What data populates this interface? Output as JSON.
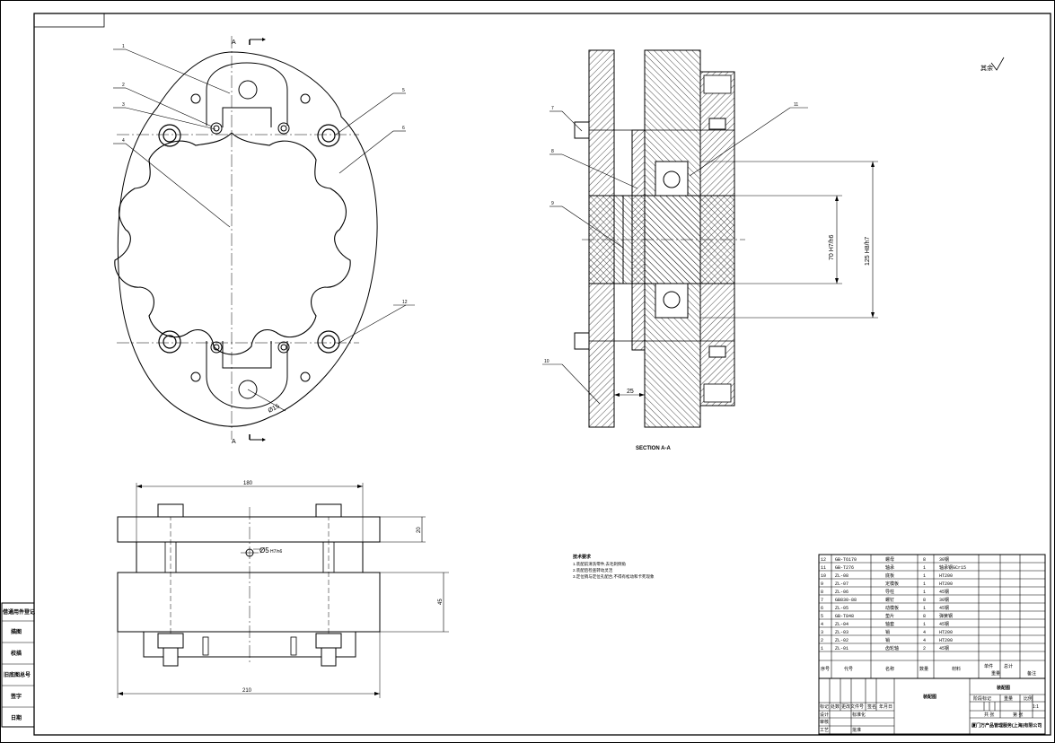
{
  "labels": {
    "section_top": "A",
    "section_bottom": "A",
    "section_caption": "SECTION A-A",
    "surface_finish": "其余",
    "dim_180": "180",
    "dim_210": "210",
    "dim_20": "20",
    "dim_45": "45",
    "dim_25": "25",
    "dim_phi15": "Ø15",
    "dim_phi5": "Ø5",
    "dim_phi5_tol": "H7/n6",
    "dim_70": "70 H7/h6",
    "dim_125": "125 H8/h7"
  },
  "balloons": [
    "1",
    "2",
    "3",
    "4",
    "5",
    "6",
    "7",
    "8",
    "9",
    "10",
    "11",
    "12"
  ],
  "tech_requirements": {
    "title": "技术要求",
    "lines": [
      "1.装配前清洗零件,去毛刺倒角",
      "2.装配后检查转动灵活",
      "3.定位销与定位孔配合,不得有松动和卡死现象"
    ]
  },
  "bom": {
    "rows": [
      [
        "12",
        "GB-T6170",
        "螺母",
        "8",
        "30钢"
      ],
      [
        "11",
        "GB-T276",
        "轴承",
        "1",
        "轴承钢GCr15"
      ],
      [
        "10",
        "ZL-08",
        "底板",
        "1",
        "HT200"
      ],
      [
        "9",
        "ZL-07",
        "定模板",
        "1",
        "HT200"
      ],
      [
        "8",
        "ZL-06",
        "导柱",
        "1",
        "45钢"
      ],
      [
        "7",
        "GB830-88",
        "螺钉",
        "8",
        "30钢"
      ],
      [
        "6",
        "ZL-05",
        "动模板",
        "1",
        "45钢"
      ],
      [
        "5",
        "GB-T848",
        "垫片",
        "8",
        "弹簧钢"
      ],
      [
        "4",
        "ZL-04",
        "轴套",
        "1",
        "45钢"
      ],
      [
        "3",
        "ZL-03",
        "销",
        "4",
        "HT200"
      ],
      [
        "2",
        "ZL-02",
        "销",
        "4",
        "HT200"
      ],
      [
        "1",
        "ZL-01",
        "齿轮轴",
        "2",
        "45钢"
      ]
    ],
    "header": [
      "序号",
      "代号",
      "名称",
      "数量",
      "材料",
      "单件",
      "总计",
      "重量",
      "备注"
    ]
  },
  "title_block": {
    "drawing_name": "装配图",
    "company": "厦门万产品管理服务(上海)有限公司",
    "scale": "1:1",
    "phase": "阶段标记",
    "weight": "重量",
    "ratio": "比例",
    "sheet": "共 张",
    "sheet2": "第 张",
    "r1": "标记",
    "r2": "处数",
    "r3": "更改文件号",
    "r4": "签名",
    "r5": "年月日",
    "design": "设计",
    "standard": "标准化",
    "check": "审核",
    "process": "工艺",
    "approve": "批准",
    "design2": "装配图"
  },
  "side_table": [
    "借通用件登记",
    "描图",
    "校描",
    "旧底图总号",
    "签字",
    "日期"
  ]
}
